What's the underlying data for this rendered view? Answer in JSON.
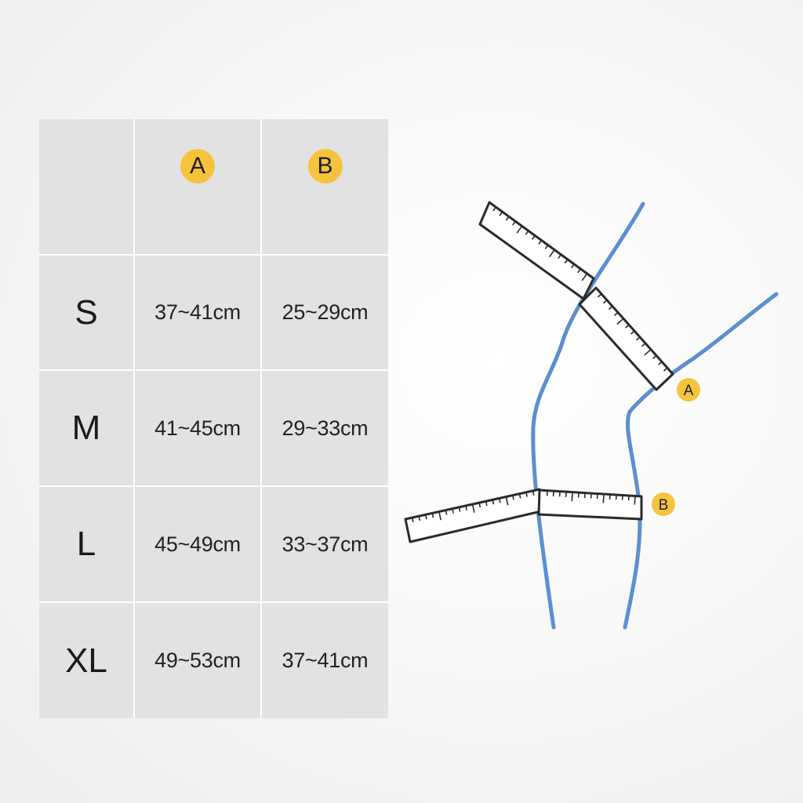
{
  "columns": [
    "A",
    "B"
  ],
  "rows": [
    {
      "size": "S",
      "a": "37~41cm",
      "b": "25~29cm"
    },
    {
      "size": "M",
      "a": "41~45cm",
      "b": "29~33cm"
    },
    {
      "size": "L",
      "a": "45~49cm",
      "b": "33~37cm"
    },
    {
      "size": "XL",
      "a": "49~53cm",
      "b": "37~41cm"
    }
  ],
  "diagram": {
    "marker_a": "A",
    "marker_b": "B",
    "leg_color": "#5b8fd0",
    "badge_color": "#f6c33d",
    "tape_color": "#2a2a2a"
  }
}
